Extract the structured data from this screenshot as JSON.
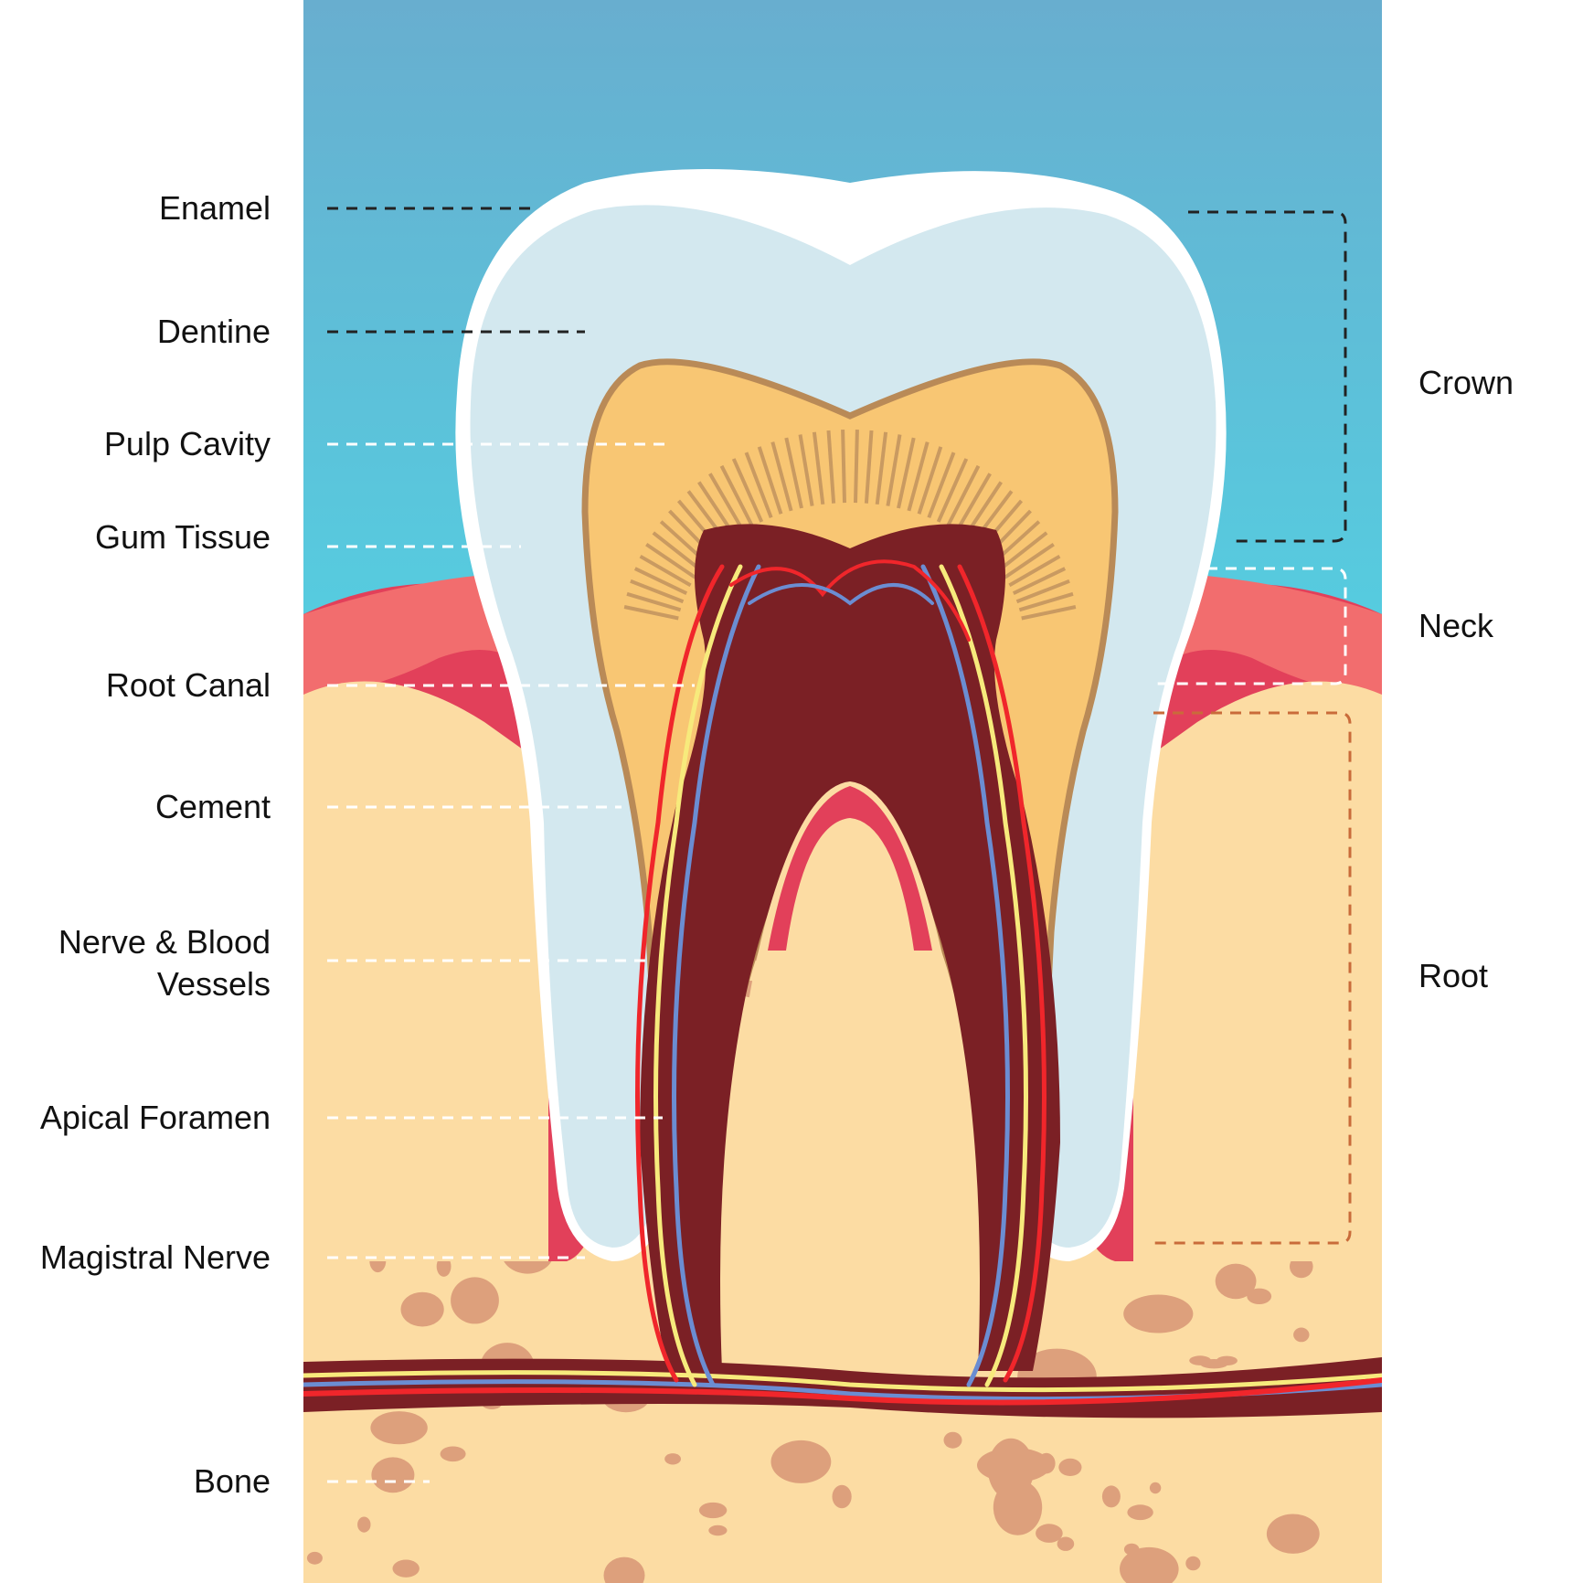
{
  "left_labels": {
    "enamel": "Enamel",
    "dentine": "Dentine",
    "pulp_cavity": "Pulp Cavity",
    "gum_tissue": "Gum Tissue",
    "root_canal": "Root Canal",
    "cement": "Cement",
    "nerve_blood_line1": "Nerve & Blood",
    "nerve_blood_line2": "Vessels",
    "apical_foramen": "Apical Foramen",
    "magistral_nerve": "Magistral Nerve",
    "bone": "Bone"
  },
  "right_labels": {
    "crown": "Crown",
    "neck": "Neck",
    "root": "Root"
  },
  "colors": {
    "sky": "#5cc3dc",
    "enamel": "#ffffff",
    "dentine": "#d3e8ef",
    "pulp": "#f8c673",
    "pulp_outline": "#b98a57",
    "root_canal": "#7b2025",
    "gum": "#e2405a",
    "gum_light": "#f26d6e",
    "bone": "#fcdca3",
    "bone_spot": "#dda07c",
    "artery": "#f0262b",
    "vein": "#6b8dd2",
    "nerve": "#f7ea7c"
  }
}
